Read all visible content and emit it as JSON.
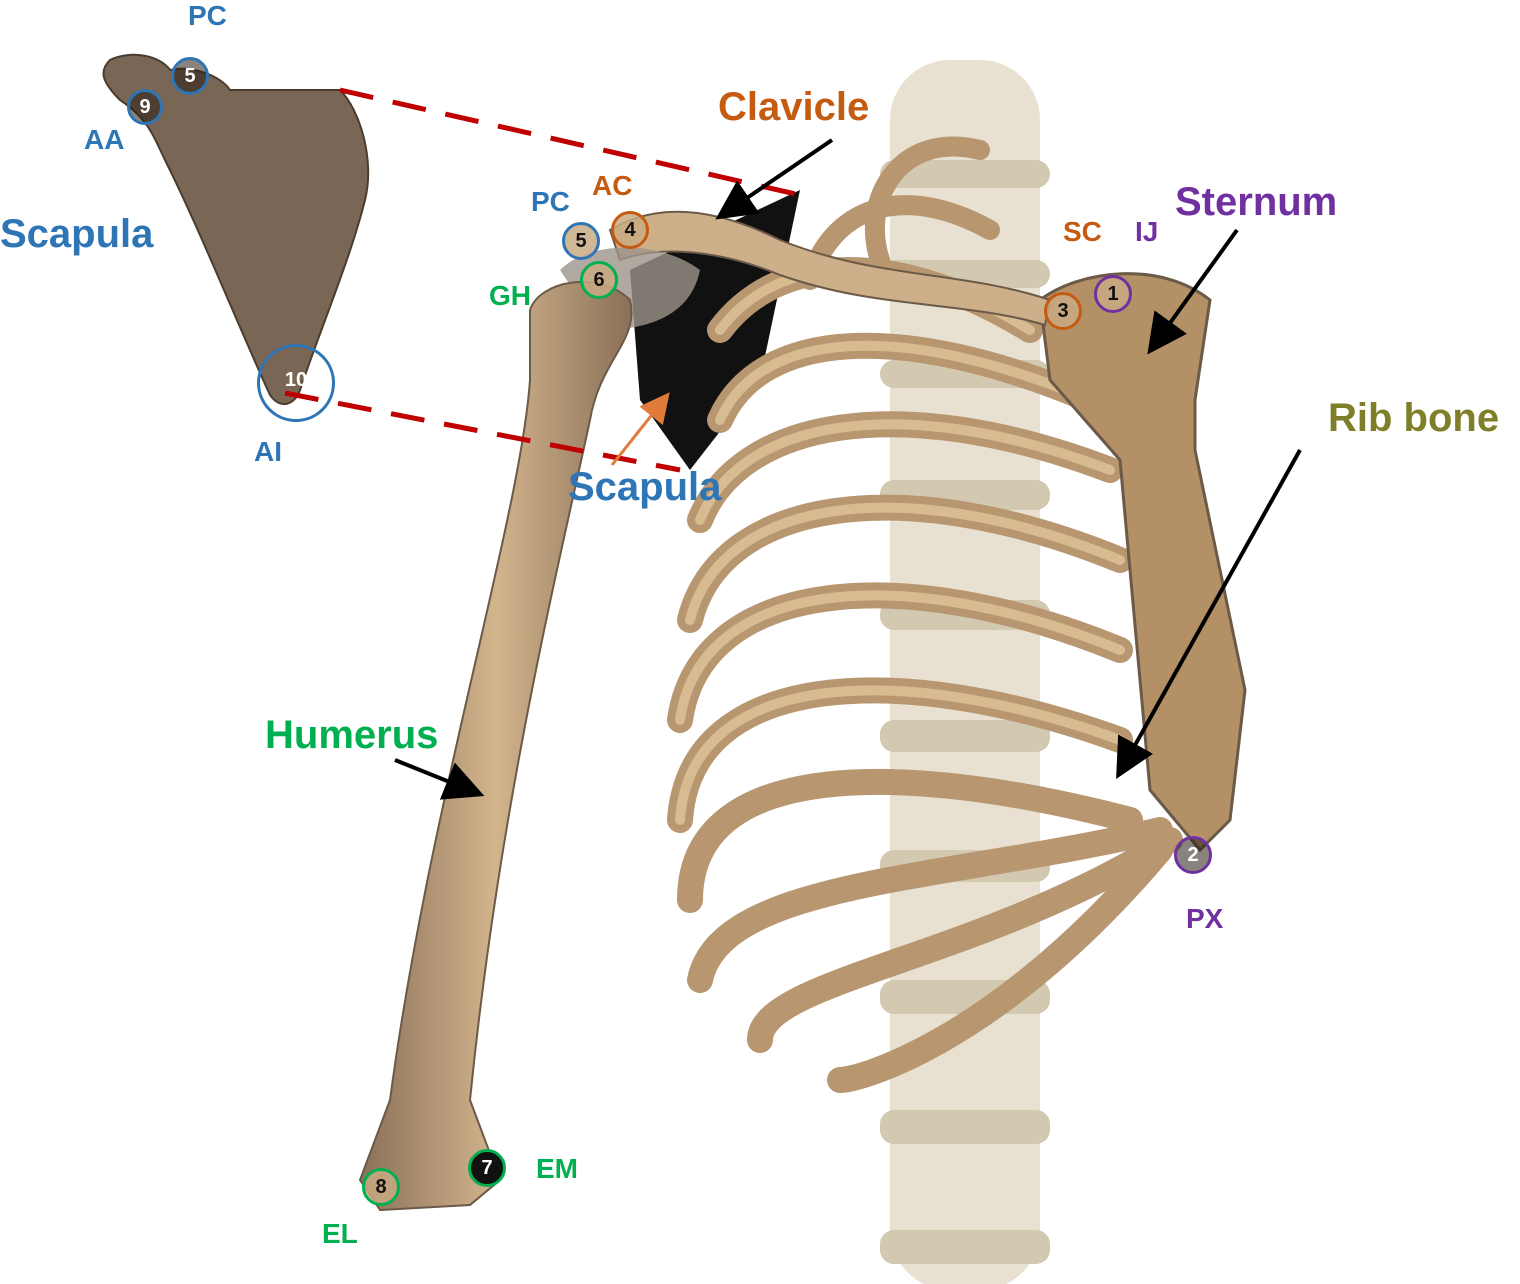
{
  "colors": {
    "scapula_blue": "#2e75b6",
    "clavicle_orange": "#c55a11",
    "sternum_purple": "#7030a0",
    "humerus_green": "#00b050",
    "rib_olive": "#7f7f2a",
    "dashed_red": "#c00000",
    "bone": "#c8a87e",
    "bone_dark": "#6b5a48"
  },
  "structures": {
    "scapula_inset": "Scapula",
    "scapula_body": "Scapula",
    "clavicle": "Clavicle",
    "sternum": "Sternum",
    "rib_bone": "Rib bone",
    "humerus": "Humerus"
  },
  "landmarks": [
    {
      "id": "1",
      "code": "IJ",
      "color": "#7030a0"
    },
    {
      "id": "2",
      "code": "PX",
      "color": "#7030a0"
    },
    {
      "id": "3",
      "code": "SC",
      "color": "#c55a11"
    },
    {
      "id": "4",
      "code": "AC",
      "color": "#c55a11"
    },
    {
      "id": "5",
      "code": "PC",
      "color": "#2e75b6"
    },
    {
      "id": "6",
      "code": "GH",
      "color": "#00b050"
    },
    {
      "id": "7",
      "code": "EM",
      "color": "#00b050"
    },
    {
      "id": "8",
      "code": "EL",
      "color": "#00b050"
    },
    {
      "id": "9",
      "code": "AA",
      "color": "#2e75b6"
    },
    {
      "id": "10",
      "code": "AI",
      "color": "#2e75b6"
    }
  ],
  "inset_labels": {
    "pc": "PC",
    "aa": "AA",
    "ai": "AI",
    "marker_5": "5",
    "marker_9": "9",
    "marker_10": "10"
  }
}
